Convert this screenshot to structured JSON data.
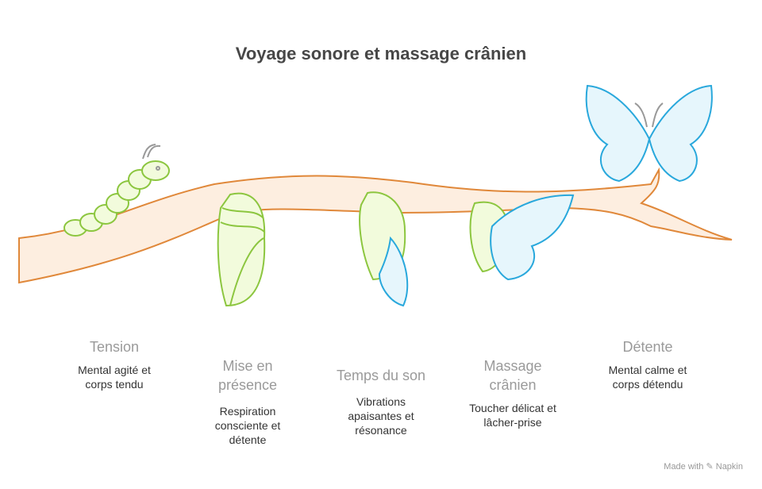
{
  "title": "Voyage sonore et massage crânien",
  "stages": [
    {
      "title": "Tension",
      "description": "Mental agité et corps tendu"
    },
    {
      "title": "Mise en présence",
      "description": "Respiration consciente et détente"
    },
    {
      "title": "Temps du son",
      "description": "Vibrations apaisantes et résonance"
    },
    {
      "title": "Massage crânien",
      "description": "Toucher délicat et lâcher-prise"
    },
    {
      "title": "Détente",
      "description": "Mental calme et corps détendu"
    }
  ],
  "credit": "Made with ✎ Napkin",
  "colors": {
    "branch_fill": "#fdeee0",
    "branch_stroke": "#e0883a",
    "green": "#8cc63f",
    "green_fill": "#f2fbdc",
    "blue": "#29a8dc",
    "blue_fill": "#e6f6fc"
  }
}
